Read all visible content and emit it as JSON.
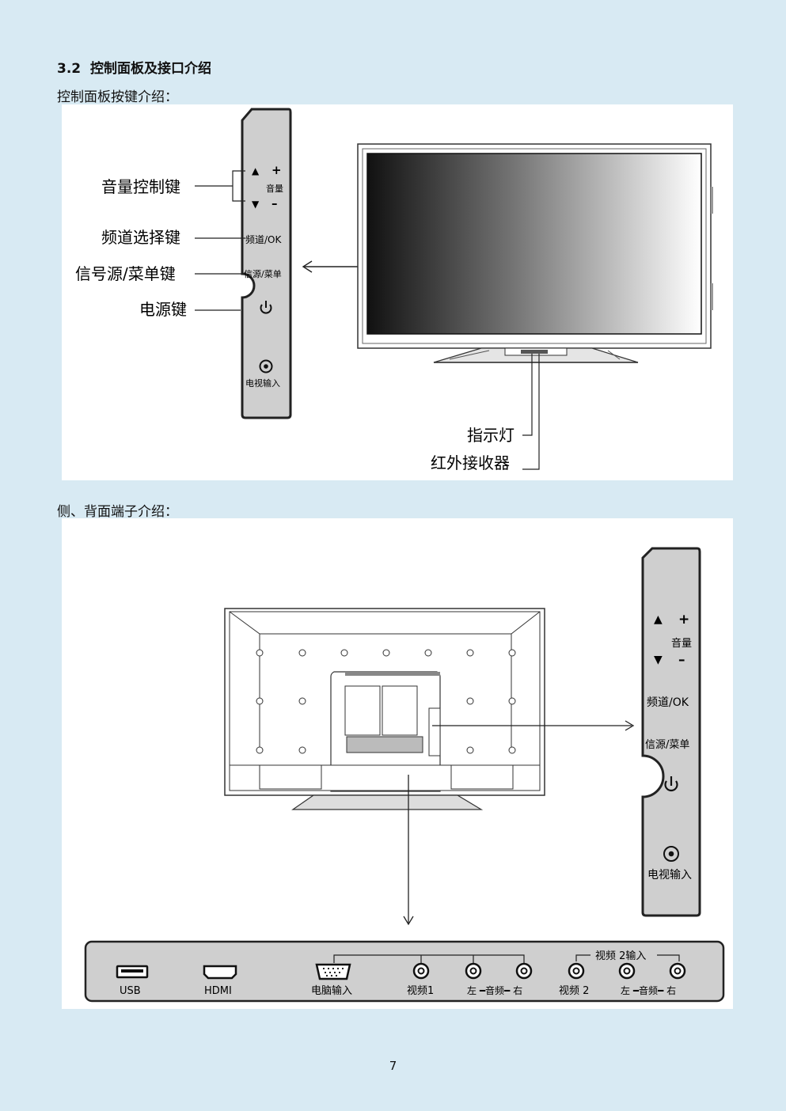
{
  "section": {
    "number": "3.2",
    "title": "控制面板及接口介绍"
  },
  "control_panel": {
    "heading": "控制面板按键介绍：",
    "callouts": {
      "volume": "音量控制键",
      "channel": "频道选择键",
      "source": "信号源/菜单键",
      "power": "电源键"
    },
    "panel_labels": {
      "plus": "+",
      "minus": "–",
      "up": "▲",
      "down": "▼",
      "volume": "音量",
      "channel_ok": "频道/OK",
      "source_menu": "信源/菜单",
      "power_symbol": "⏻",
      "tv_input": "电视输入"
    },
    "front_callouts": {
      "indicator": "指示灯",
      "ir_receiver": "红外接收器"
    }
  },
  "ports": {
    "heading": "侧、背面端子介绍：",
    "items": {
      "usb": "USB",
      "hdmi": "HDMI",
      "pc_input": "电脑输入",
      "video1": "视频1",
      "audio_lr_1": "左 ━音频━ 右",
      "video2": "视频 2",
      "audio_lr_2": "左 ━音频━ 右",
      "video2_input": "视频 2输入"
    }
  },
  "page_number": "7"
}
